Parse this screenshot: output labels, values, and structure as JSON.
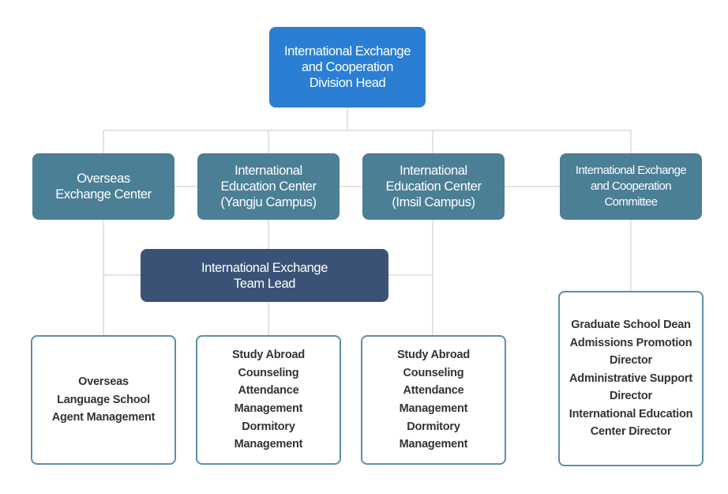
{
  "head": {
    "lines": [
      "International Exchange",
      "and Cooperation",
      "Division Head"
    ]
  },
  "centers": [
    {
      "lines": [
        "Overseas",
        "Exchange Center"
      ]
    },
    {
      "lines": [
        "International",
        "Education Center",
        "(Yangju Campus)"
      ]
    },
    {
      "lines": [
        "International",
        "Education Center",
        "(Imsil Campus)"
      ]
    },
    {
      "lines": [
        "International Exchange",
        "and Cooperation",
        "Committee"
      ]
    }
  ],
  "team_lead": {
    "lines": [
      "International Exchange",
      "Team Lead"
    ]
  },
  "duties": [
    {
      "lines": [
        "Overseas",
        "Language School",
        "Agent Management"
      ]
    },
    {
      "lines": [
        "Study Abroad",
        "Counseling",
        "Attendance",
        "Management",
        "Dormitory",
        "Management"
      ]
    },
    {
      "lines": [
        "Study Abroad",
        "Counseling",
        "Attendance",
        "Management",
        "Dormitory",
        "Management"
      ]
    },
    {
      "lines": [
        "Graduate School Dean",
        "Admissions Promotion",
        "Director",
        "Administrative Support",
        "Director",
        "International Education",
        "Center Director"
      ]
    }
  ],
  "colors": {
    "head": "#2a7fd4",
    "center": "#4b7f96",
    "team_lead": "#3a5276",
    "duty_border": "#5f8ea4",
    "connector": "#c8c8c8"
  }
}
